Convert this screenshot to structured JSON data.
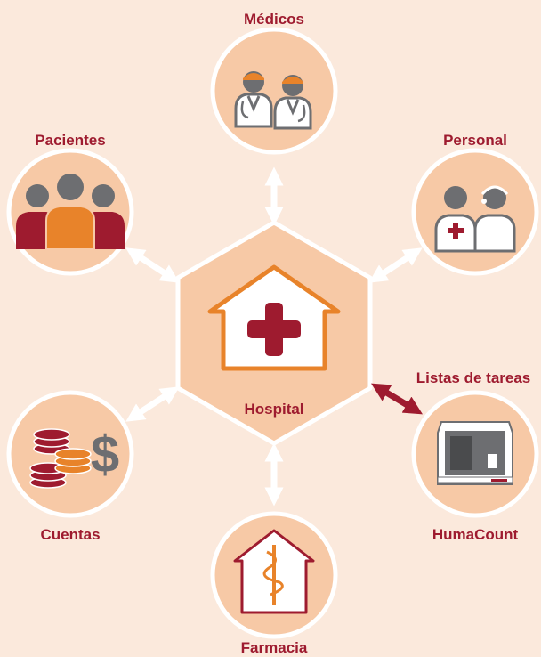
{
  "colors": {
    "background": "#fbe9dc",
    "circle_fill": "#f7c9a6",
    "circle_border": "#ffffff",
    "hexagon_fill": "#f7c9a6",
    "arrow": "#ffffff",
    "arrow_highlight": "#9e1b2f",
    "brand_red": "#9e1b2f",
    "brand_orange": "#e8832a",
    "icon_gray": "#6d6e71"
  },
  "center": {
    "label": "Hospital",
    "icon": "hospital-house-cross-icon"
  },
  "nodes": [
    {
      "id": "medicos",
      "label": "Médicos",
      "icon": "doctors-icon"
    },
    {
      "id": "pacientes",
      "label": "Pacientes",
      "icon": "patients-icon"
    },
    {
      "id": "personal",
      "label": "Personal",
      "icon": "staff-icon"
    },
    {
      "id": "cuentas",
      "label": "Cuentas",
      "icon": "coins-dollar-icon"
    },
    {
      "id": "humacount",
      "label": "HumaCount",
      "icon": "analyzer-device-icon"
    },
    {
      "id": "farmacia",
      "label": "Farmacia",
      "icon": "pharmacy-house-icon"
    }
  ],
  "highlight_link": {
    "label": "Listas de tareas",
    "target": "humacount"
  }
}
